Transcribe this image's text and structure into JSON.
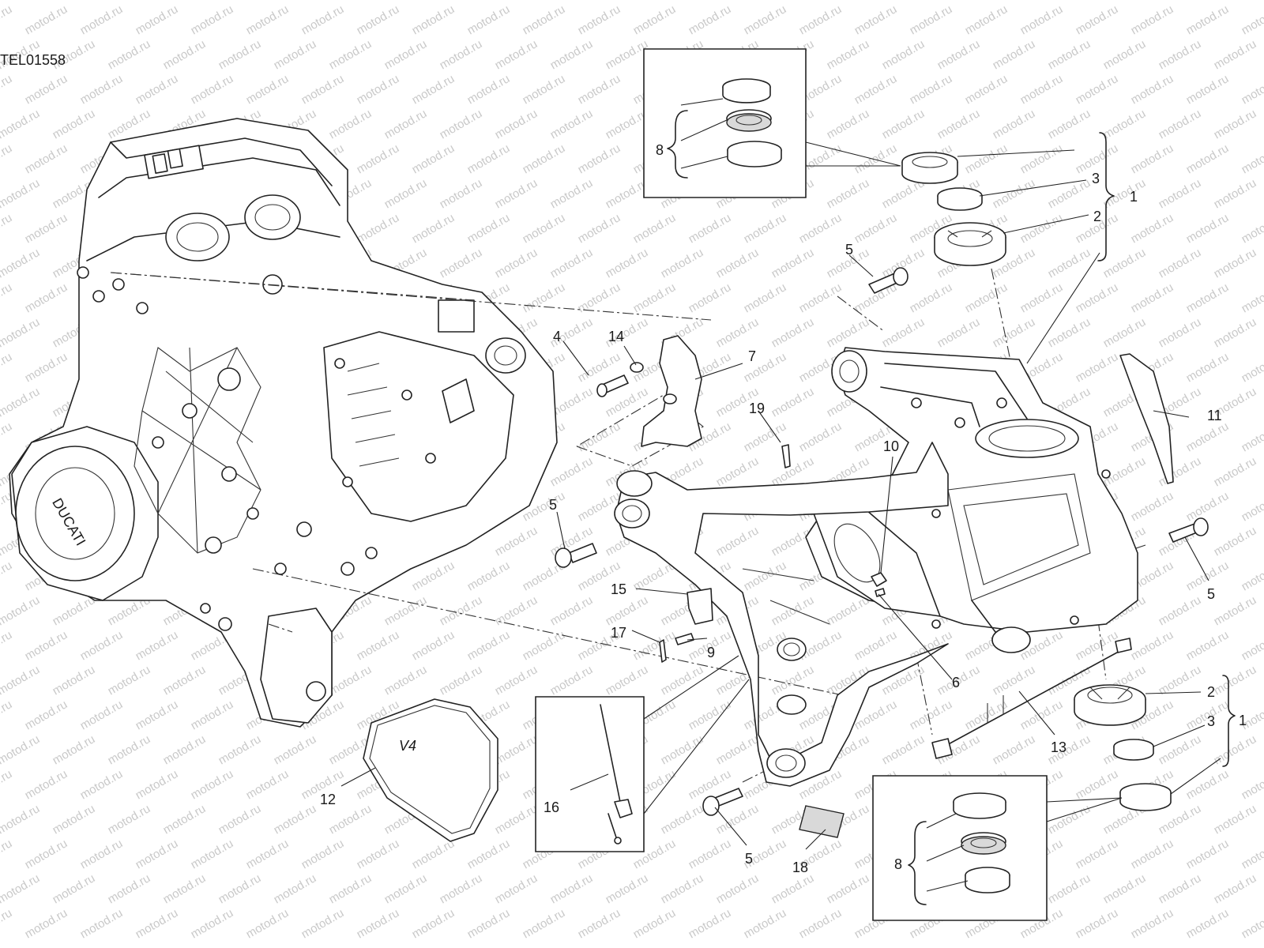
{
  "drawing_code": "TEL01558",
  "watermark": "motod.ru",
  "engine_badge": "DUCATI",
  "cover_badge": "V4",
  "callouts": {
    "c1_top": "1",
    "c1_bottom": "1",
    "c2_top": "2",
    "c2_bottom": "2",
    "c3_top": "3",
    "c3_bottom": "3",
    "c4": "4",
    "c5_a": "5",
    "c5_b": "5",
    "c5_c": "5",
    "c5_d": "5",
    "c6": "6",
    "c7": "7",
    "c8_top": "8",
    "c8_bottom": "8",
    "c9": "9",
    "c10": "10",
    "c11": "11",
    "c12": "12",
    "c13": "13",
    "c14": "14",
    "c15": "15",
    "c16": "16",
    "c17": "17",
    "c18": "18",
    "c19": "19"
  }
}
